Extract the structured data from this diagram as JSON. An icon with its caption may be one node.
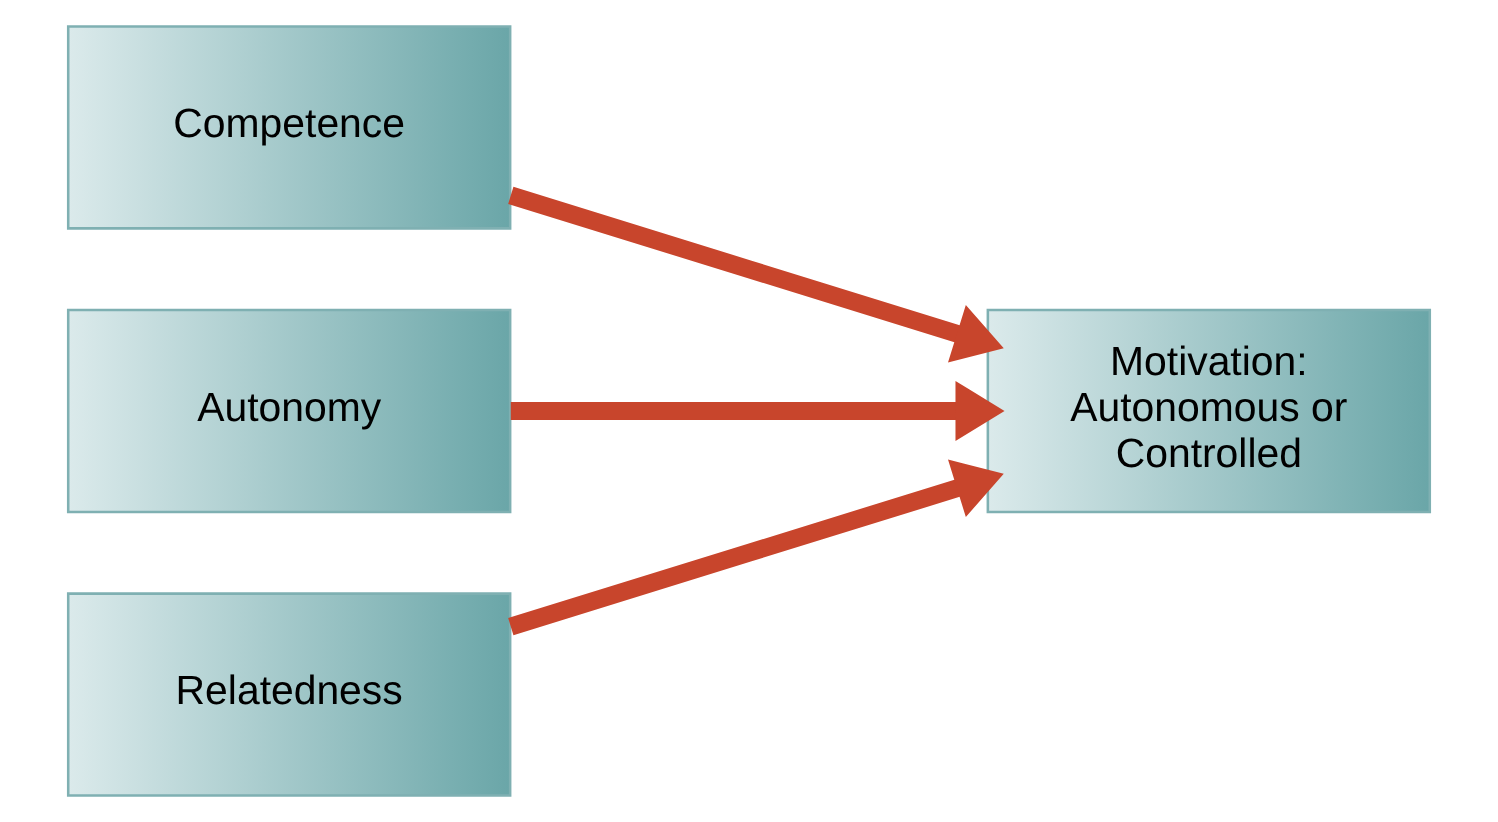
{
  "diagram": {
    "nodes": [
      {
        "text": [
          "Competence"
        ]
      },
      {
        "text": [
          "Autonomy"
        ]
      },
      {
        "text": [
          "Relatedness"
        ]
      },
      {
        "text": [
          "Motivation: Autonomous or Controlled"
        ]
      }
    ],
    "edges": [
      {
        "from": 0,
        "to": 3,
        "arrow": "to"
      },
      {
        "from": 1,
        "to": 3,
        "arrow": "to"
      },
      {
        "from": 2,
        "to": 3,
        "arrow": "to"
      }
    ]
  }
}
